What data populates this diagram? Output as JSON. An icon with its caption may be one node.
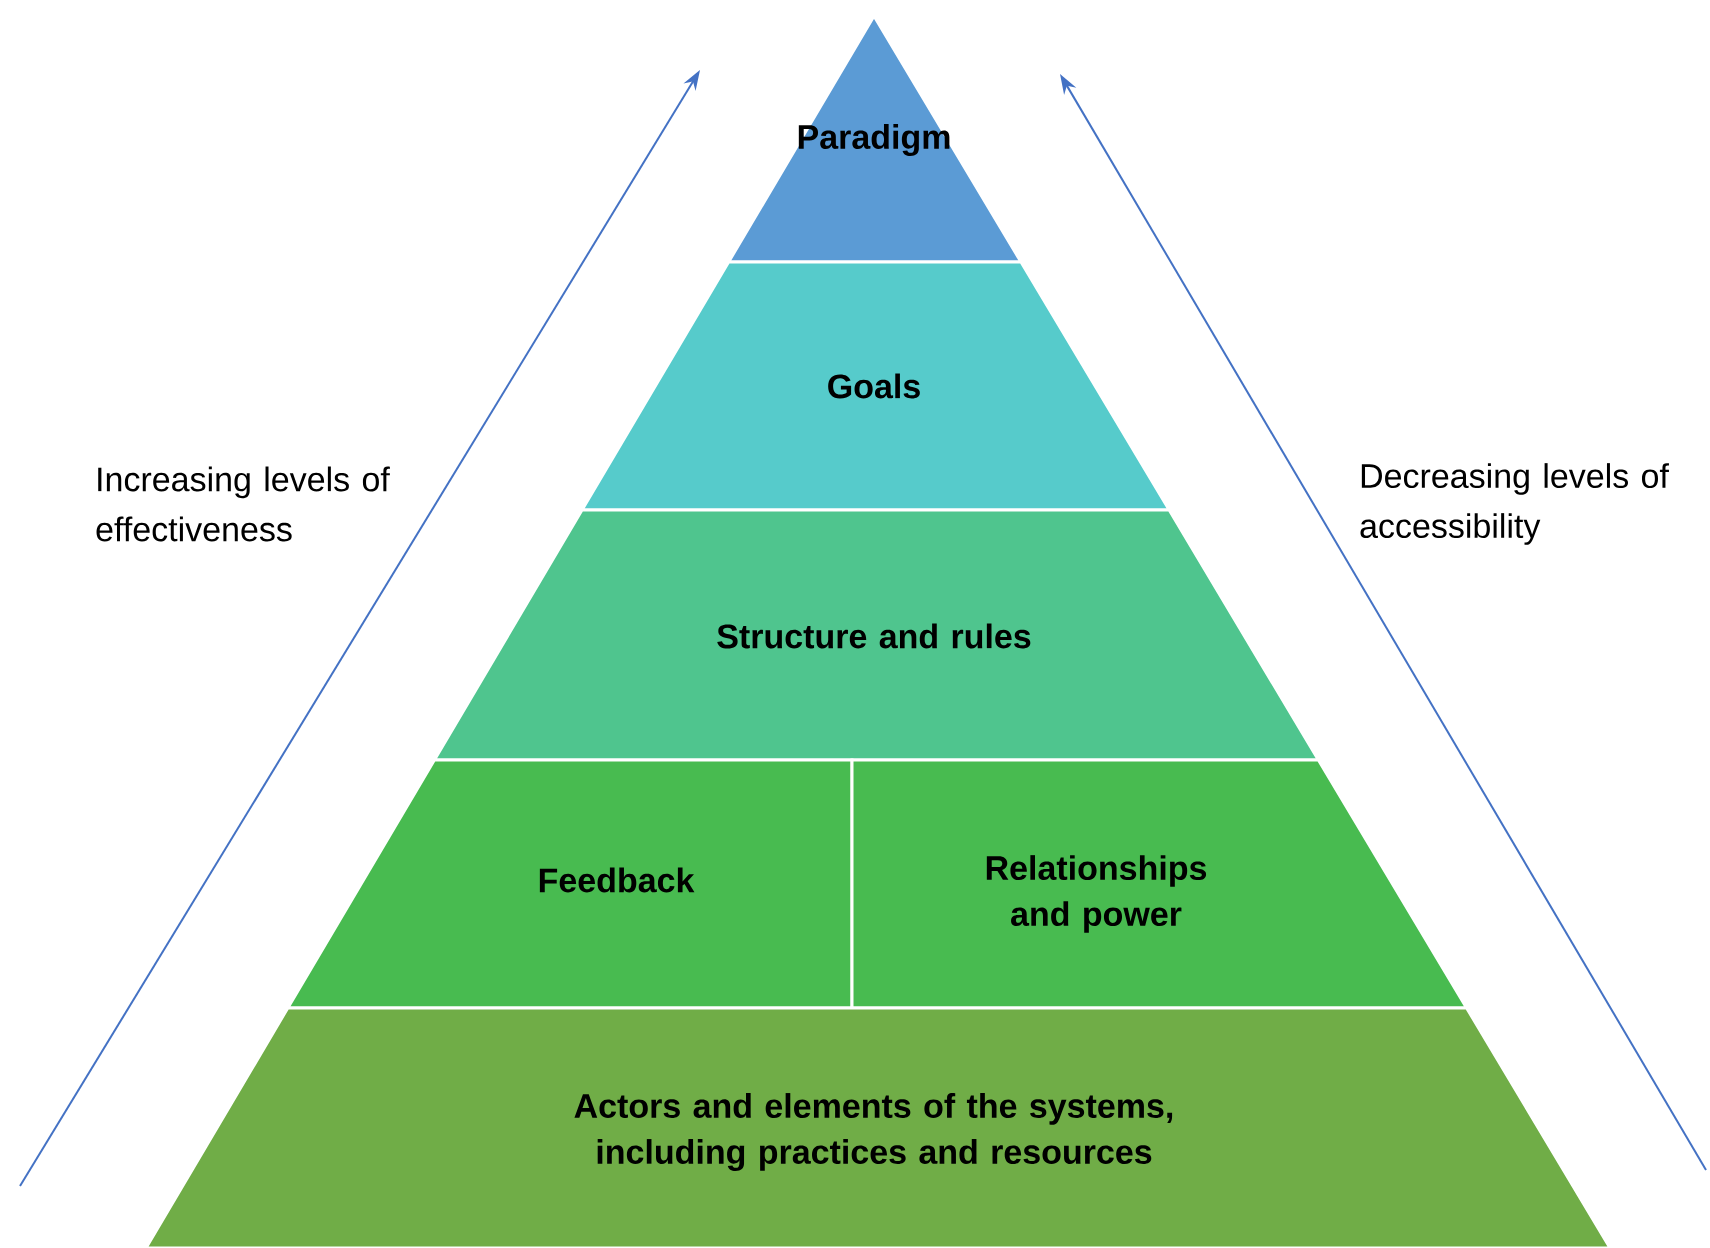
{
  "diagram": {
    "nodes": [
      {
        "text": [
          "Paradigm"
        ]
      },
      {
        "text": [
          "Goals"
        ]
      },
      {
        "text": [
          "Structure and rules"
        ]
      },
      {
        "text": [
          "Feedback"
        ]
      },
      {
        "text": [
          "Relationships and power"
        ]
      },
      {
        "text": [
          "Actors and elements of the systems, including practices and resources"
        ]
      }
    ],
    "labels": [
      "Increasing levels of effectiveness",
      "Decreasing levels of accessibility"
    ]
  }
}
